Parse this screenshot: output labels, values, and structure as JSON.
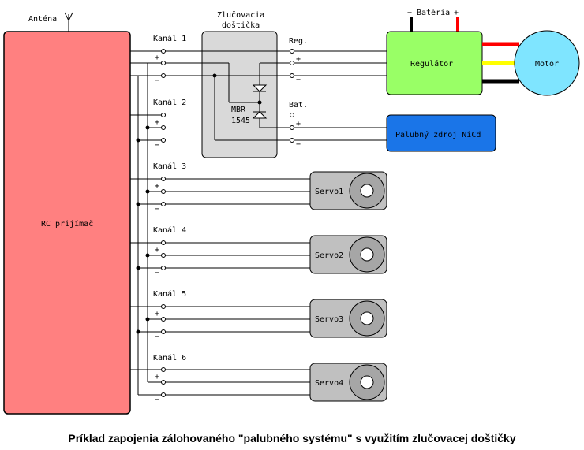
{
  "antenna_label": "Anténa",
  "receiver": {
    "label": "RC prijímač",
    "color": "#ff8080"
  },
  "merge_board": {
    "title_line1": "Zlučovacia",
    "title_line2": "doštička",
    "diode_line1": "MBR",
    "diode_line2": "1545",
    "color": "#d9d9d9"
  },
  "channels": [
    "Kanál 1",
    "Kanál 2",
    "Kanál 3",
    "Kanál 4",
    "Kanál 5",
    "Kanál 6"
  ],
  "polarity": {
    "plus": "+",
    "minus": "−"
  },
  "reg_label": "Reg.",
  "bat_label": "Bat.",
  "battery": {
    "label": "Batéria",
    "minus": "−",
    "plus": "+"
  },
  "regulator": {
    "label": "Regulátor",
    "color": "#99ff66"
  },
  "motor": {
    "label": "Motor",
    "color": "#7fe5ff"
  },
  "nicd_pack": {
    "label": "Palubný zdroj NiCd",
    "color": "#1a75e8"
  },
  "servos": [
    "Servo1",
    "Servo2",
    "Servo3",
    "Servo4"
  ],
  "servo_color": "#c0c0c0",
  "motor_wire_colors": [
    "#ff0000",
    "#ffff00",
    "#000000"
  ],
  "caption": "Príklad zapojenia zálohovaného \"palubného systému\" s využitím zlučovacej doštičky"
}
